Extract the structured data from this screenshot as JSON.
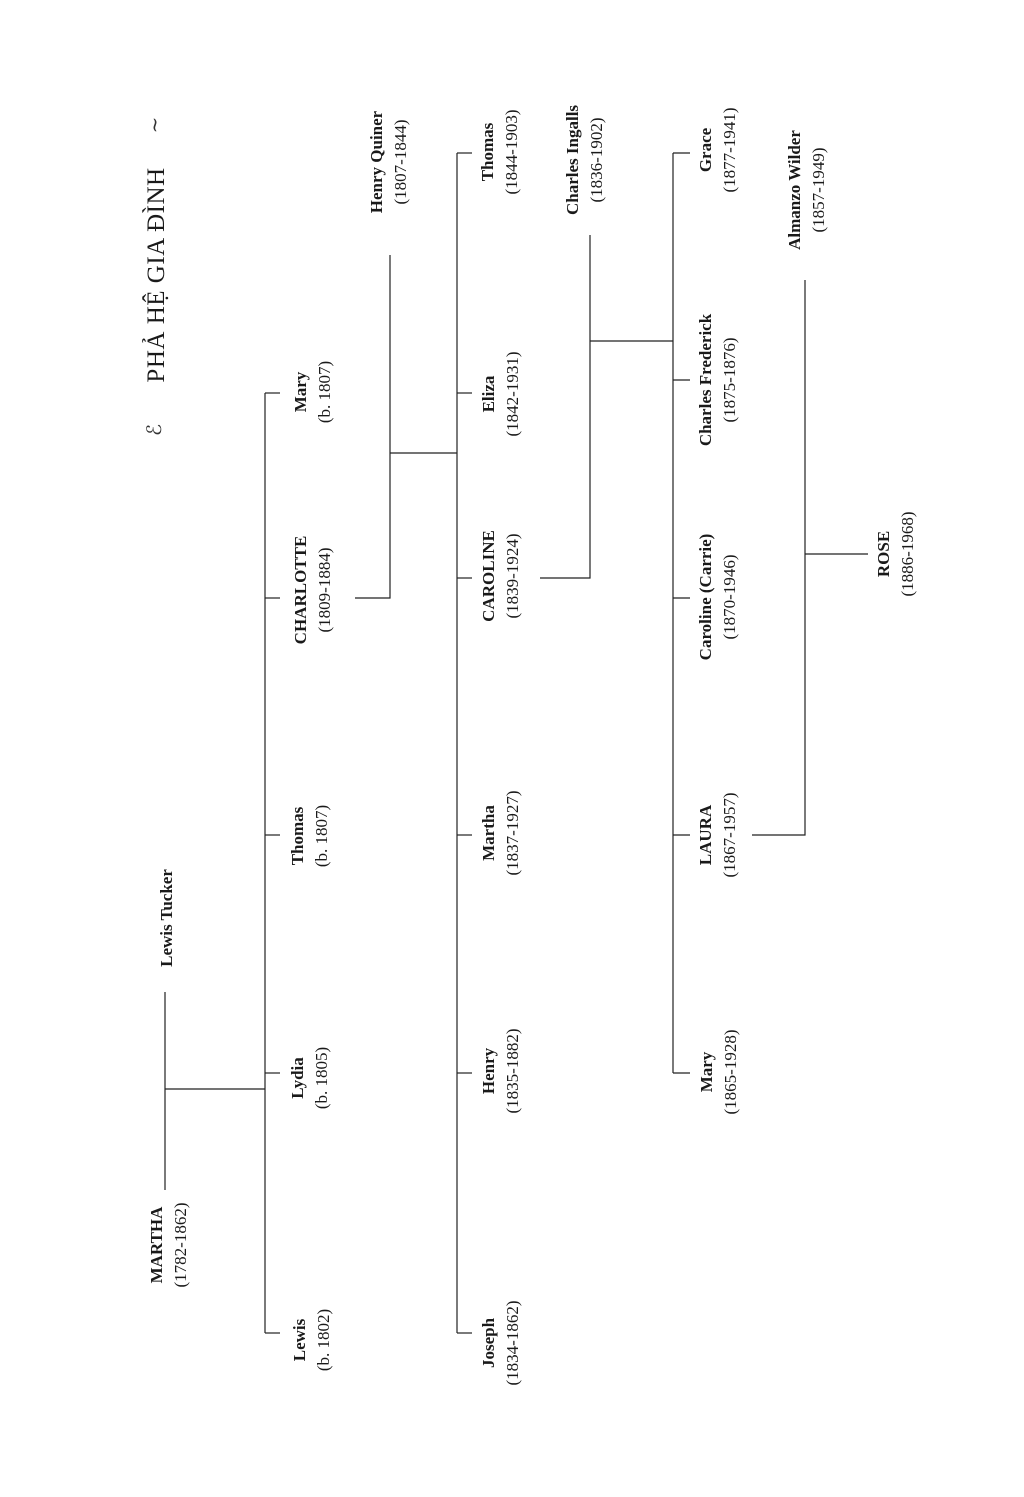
{
  "title": "PHẢ HỆ GIA ĐÌNH",
  "title_ornament_left": "ℰ",
  "title_ornament_right": "~",
  "people": {
    "martha": {
      "name": "MARTHA",
      "years": "(1782-1862)"
    },
    "lewis_tucker": {
      "name": "Lewis Tucker"
    },
    "lewis": {
      "name": "Lewis",
      "years": "(b. 1802)"
    },
    "lydia": {
      "name": "Lydia",
      "years": "(b. 1805)"
    },
    "thomas_1807": {
      "name": "Thomas",
      "years": "(b. 1807)"
    },
    "charlotte": {
      "name": "CHARLOTTE",
      "years": "(1809-1884)"
    },
    "mary_1807": {
      "name": "Mary",
      "years": "(b. 1807)"
    },
    "henry_quiner": {
      "name": "Henry Quiner",
      "years": "(1807-1844)"
    },
    "joseph": {
      "name": "Joseph",
      "years": "(1834-1862)"
    },
    "henry": {
      "name": "Henry",
      "years": "(1835-1882)"
    },
    "martha_1837": {
      "name": "Martha",
      "years": "(1837-1927)"
    },
    "caroline": {
      "name": "CAROLINE",
      "years": "(1839-1924)"
    },
    "eliza": {
      "name": "Eliza",
      "years": "(1842-1931)"
    },
    "thomas_1844": {
      "name": "Thomas",
      "years": "(1844-1903)"
    },
    "charles_ingalls": {
      "name": "Charles Ingalls",
      "years": "(1836-1902)"
    },
    "mary_1865": {
      "name": "Mary",
      "years": "(1865-1928)"
    },
    "laura": {
      "name": "LAURA",
      "years": "(1867-1957)"
    },
    "carrie": {
      "name": "Caroline (Carrie)",
      "years": "(1870-1946)"
    },
    "charles_frederick": {
      "name": "Charles Frederick",
      "years": "(1875-1876)"
    },
    "grace": {
      "name": "Grace",
      "years": "(1877-1941)"
    },
    "almanzo": {
      "name": "Almanzo Wilder",
      "years": "(1857-1949)"
    },
    "rose": {
      "name": "ROSE",
      "years": "(1886-1968)"
    }
  }
}
